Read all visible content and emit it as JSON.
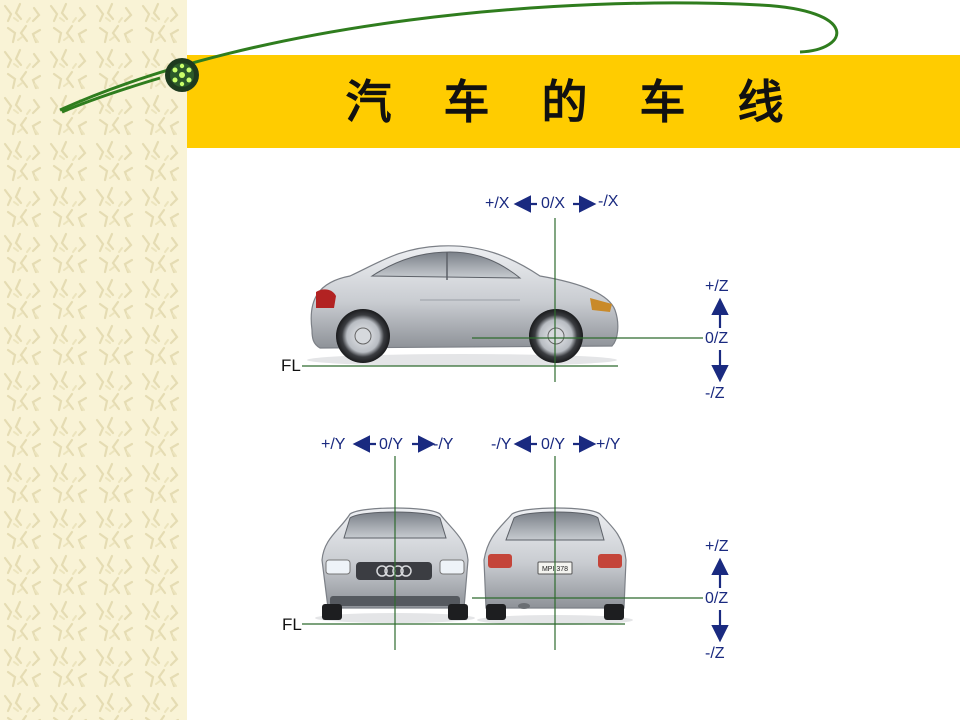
{
  "title": "汽 车 的 车 线",
  "side_view": {
    "x_axis": {
      "plus": "+/X",
      "zero": "0/X",
      "minus": "-/X"
    },
    "z_axis": {
      "plus": "+/Z",
      "zero": "0/Z",
      "minus": "-/Z"
    },
    "floor_label": "FL"
  },
  "front_view": {
    "y_axis": {
      "plus": "+/Y",
      "zero": "0/Y",
      "minus": "-/Y"
    }
  },
  "rear_view": {
    "y_axis": {
      "minus": "-/Y",
      "zero": "0/Y",
      "plus": "+/Y"
    },
    "plate": "MPI 378"
  },
  "bottom_z_axis": {
    "plus": "+/Z",
    "zero": "0/Z",
    "minus": "-/Z"
  },
  "bottom_floor_label": "FL",
  "colors": {
    "title_band": "#ffcc00",
    "axis_blue": "#1a2a80",
    "guide_green": "#2e6b2e",
    "car_silver": "#c9ccd1"
  }
}
